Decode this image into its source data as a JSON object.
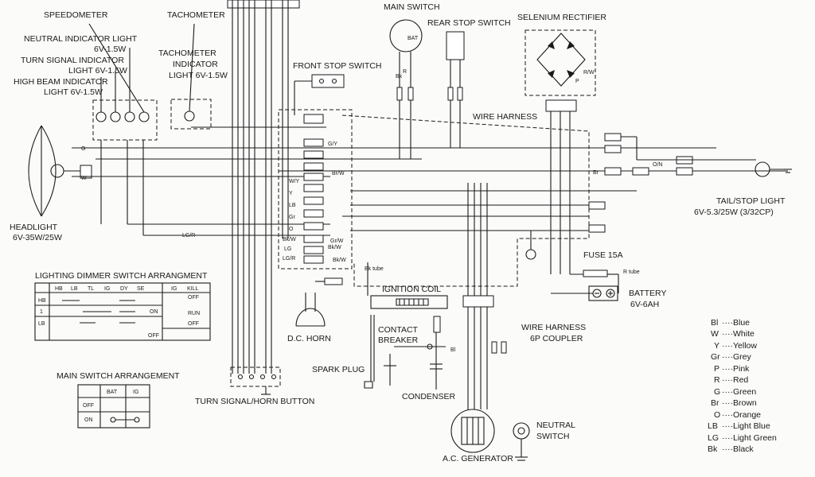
{
  "components": {
    "speedometer": "SPEEDOMETER",
    "tachometer": "TACHOMETER",
    "neutral_indicator": [
      "NEUTRAL INDICATOR LIGHT",
      "6V-1.5W"
    ],
    "turn_signal_indicator": [
      "TURN SIGNAL INDICATOR",
      "LIGHT 6V-1.5W"
    ],
    "high_beam_indicator": [
      "HIGH BEAM INDICATOR",
      "LIGHT 6V-1.5W"
    ],
    "tachometer_indicator": [
      "TACHOMETER",
      "INDICATOR",
      "LIGHT 6V-1.5W"
    ],
    "front_stop_switch": "FRONT STOP SWITCH",
    "main_switch": "MAIN SWITCH",
    "rear_stop_switch": "REAR STOP SWITCH",
    "selenium_rectifier": "SELENIUM RECTIFIER",
    "wire_harness": "WIRE HARNESS",
    "headlight": [
      "HEADLIGHT",
      "6V-35W/25W"
    ],
    "tail_stop_light": [
      "TAIL/STOP LIGHT",
      "6V-5.3/25W (3/32CP)"
    ],
    "fuse": "FUSE 15A",
    "battery": [
      "BATTERY",
      "6V-6AH"
    ],
    "ignition_coil": "IGNITION COIL",
    "contact_breaker": [
      "CONTACT",
      "BREAKER"
    ],
    "dc_horn": "D.C. HORN",
    "spark_plug": "SPARK PLUG",
    "condenser": "CONDENSER",
    "wire_harness_coupler": [
      "WIRE HARNESS",
      "6P COUPLER"
    ],
    "turn_signal_horn_button": "TURN SIGNAL/HORN BUTTON",
    "ac_generator": "A.C. GENERATOR",
    "neutral_switch": [
      "NEUTRAL",
      "SWITCH"
    ]
  },
  "dimmer_table": {
    "title": "LIGHTING DIMMER SWITCH ARRANGMENT",
    "headers": [
      "HB",
      "LB",
      "TL",
      "IG",
      "DY",
      "SE"
    ],
    "rows": [
      "HB",
      "1",
      "LB"
    ],
    "ig_kill": [
      "IG",
      "KILL"
    ],
    "positions": [
      "ON",
      "OFF"
    ],
    "switch_states": [
      "OFF",
      "RUN",
      "OFF"
    ]
  },
  "main_switch_table": {
    "title": "MAIN SWITCH ARRANGEMENT",
    "headers": [
      "BAT",
      "IG"
    ],
    "rows": [
      "OFF",
      "ON"
    ]
  },
  "wire_codes": {
    "bat": "BAT",
    "r_tube": "R tube",
    "bk_tube": "Bk tube",
    "labels": [
      "G",
      "G/Y",
      "Br",
      "W/Y",
      "Y",
      "LB",
      "Gr",
      "O",
      "Bk/W",
      "LG",
      "LG/R",
      "Bl",
      "W",
      "R",
      "R/W",
      "P",
      "Bk",
      "O/N",
      "Br/W",
      "Gr/W",
      "LG/R",
      "Bk/W",
      "Bk/W"
    ]
  },
  "legend": [
    {
      "code": "Bl",
      "name": "Blue"
    },
    {
      "code": "W",
      "name": "White"
    },
    {
      "code": "Y",
      "name": "Yellow"
    },
    {
      "code": "Gr",
      "name": "Grey"
    },
    {
      "code": "P",
      "name": "Pink"
    },
    {
      "code": "R",
      "name": "Red"
    },
    {
      "code": "G",
      "name": "Green"
    },
    {
      "code": "Br",
      "name": "Brown"
    },
    {
      "code": "O",
      "name": "Orange"
    },
    {
      "code": "LB",
      "name": "Light Blue"
    },
    {
      "code": "LG",
      "name": "Light Green"
    },
    {
      "code": "Bk",
      "name": "Black"
    }
  ]
}
